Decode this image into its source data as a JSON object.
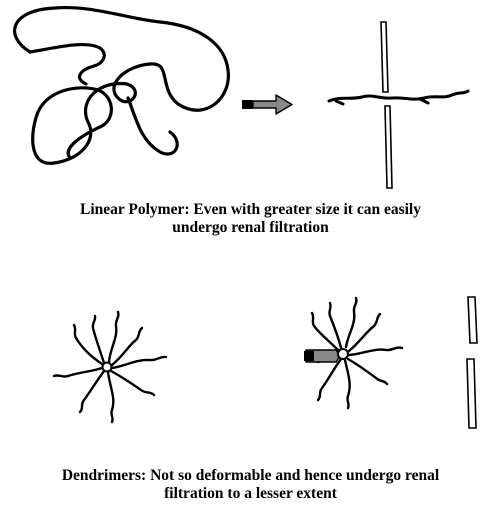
{
  "panels": [
    {
      "caption_line1": "Linear Polymer: Even with greater size it can easily",
      "caption_line2": "undergo renal filtration"
    },
    {
      "caption_line1": "Dendrimers: Not so deformable and hence undergo renal",
      "caption_line2": "filtration to a lesser extent"
    }
  ],
  "colors": {
    "ink": "#000000",
    "arrow_fill": "#888888",
    "background": "#ffffff"
  },
  "icons": [
    "coiled-linear-polymer",
    "right-arrow",
    "stretched-polymer-chain",
    "filtration-membrane-slit",
    "dendrimer"
  ]
}
